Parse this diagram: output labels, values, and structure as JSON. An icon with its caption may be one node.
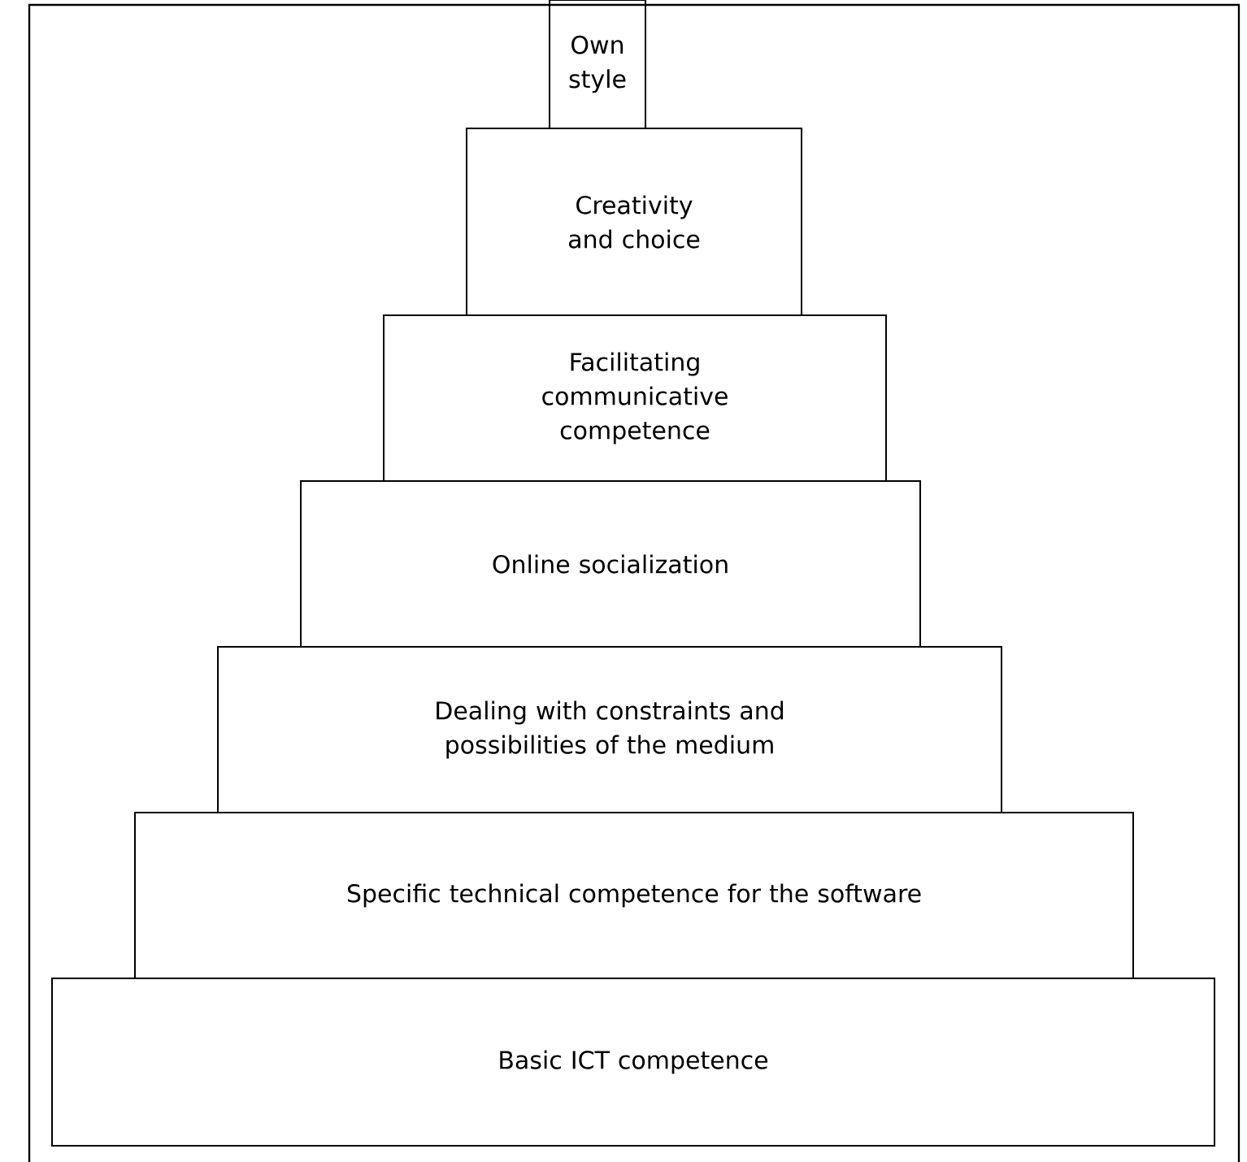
{
  "diagram": {
    "nodes": [
      {
        "text": [
          "Own style"
        ]
      },
      {
        "text": [
          "Creativity and choice"
        ]
      },
      {
        "text": [
          "Facilitating communicative competence"
        ]
      },
      {
        "text": [
          "Online socialization"
        ]
      },
      {
        "text": [
          "Dealing with constraints and possibilities of the medium"
        ]
      },
      {
        "text": [
          "Specific technical competence for the software"
        ]
      },
      {
        "text": [
          "Basic ICT competence"
        ]
      }
    ]
  }
}
